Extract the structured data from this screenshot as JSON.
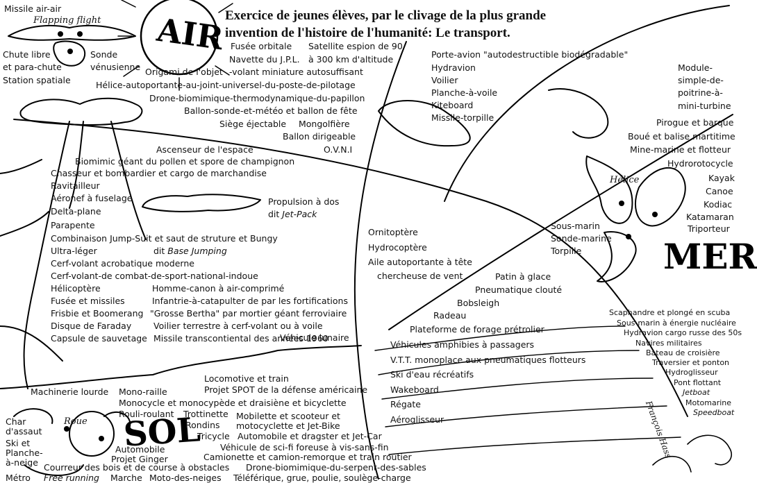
{
  "title": {
    "line1": "Exercice de jeunes élèves, par le clivage de la plus grande",
    "line2": "invention de l'histoire de l'humanité: Le transport."
  },
  "sections": {
    "air": "AIR",
    "mer": "MER",
    "sol": "SOL"
  },
  "hand_labels": {
    "flapping": "Flapping flight",
    "helice": "Hélice",
    "roue": "Roue",
    "signature": "François Hass"
  },
  "air_labels": {
    "missile_air_air": "Missile air-air",
    "chute_libre": "Chute libre",
    "para_chute": "et para-chute",
    "station_spatiale": "Station spatiale",
    "sonde": "Sonde",
    "venusienne": "vénusienne",
    "fusee_orbitale": "Fusée orbitale",
    "navette": "Navette du J.P.L.",
    "satellite": "Satellite espion de 90",
    "altitude": "à 300 km d'altitude",
    "origami": "Origami de l'objet",
    "volant_miniature": "-volant miniature autosuffisant",
    "helice_autoportante": "Hélice-autoportante-au-joint-universel-du-poste-de-pilotage",
    "drone_papillon": "Drone-biomimique-thermodynamique-du-papillon",
    "ballon_sonde": "Ballon-sonde-et-météo et ballon de fête",
    "siege": "Siège éjectable",
    "montgolfiere": "Mongolfière",
    "ballon_dirigeable": "Ballon dirigeable",
    "ovni": "O.V.N.I",
    "ascenseur": "Ascenseur de l'espace",
    "biomimic": "Biomimic géant du pollen et spore de champignon",
    "chasseur": "Chasseur et bombardier et cargo de marchandise",
    "ravitailleur": "Ravitailleur",
    "aeronef": "Aéronef à fuselage",
    "delta": "Delta-plane",
    "parapente": "Parapente",
    "propulsion": "Propulsion à dos",
    "jet_pack_prefix": "dit ",
    "jet_pack": "Jet-Pack",
    "jump_suit": "Combinaison Jump-Suit et saut de struture et Bungy",
    "ultra_leger": "Ultra-léger",
    "base_jumping_prefix": "dit ",
    "base_jumping": "Base Jumping",
    "cerf_volant_acro": "Cerf-volant acrobatique moderne",
    "cerf_volant_combat": "Cerf-volant-de combat-de-sport-national-indoue",
    "helicoptere": "Hélicoptère",
    "homme_canon": "Homme-canon à air-comprimé",
    "fusee_missiles": "Fusée et missiles",
    "infantrie": "Infantrie-à-catapulter de par les fortifications",
    "frisbee": "Frisbie  et Boomerang",
    "grosse_bertha": "\"Grosse Bertha\" par mortier géant ferroviaire",
    "disque_faraday": "Disque de Faraday",
    "voilier_terrestre": "Voilier terrestre à cerf-volant ou à voile",
    "capsule": "Capsule de sauvetage",
    "missile_transcontinental": "Missile transcontiental des années 1960"
  },
  "mer_labels": {
    "porte_avion": "Porte-avion  \"autodestructible  biodégradable\"",
    "hydravion": "Hydravion",
    "voilier": "Voilier",
    "planche": "Planche-à-voile",
    "kiteboard": "Kiteboard",
    "missile_torpille": "Missile-torpille",
    "module1": "Module-",
    "module2": "simple-de-",
    "module3": "poitrine-à-",
    "module4": "mini-turbine",
    "pirogue": "Pirogue et barque",
    "boue": "Boué et balise martitime",
    "mine": "Mine-marine et flotteur",
    "hydrorotocycle": "Hydrorotocycle",
    "kayak": "Kayak",
    "canoe": "Canoe",
    "kodiac": "Kodiac",
    "katamaran": "Katamaran",
    "triporteur": "Triporteur",
    "sous_marin": "Sous-marin",
    "sonde_marine": "Sonde-marine",
    "torpille": "Torpille",
    "scaphandre": "Scaphandre et plongé en scuba",
    "sous_marin_nucleaire": "Sous-marin à énergie nucléaire",
    "hydravion_cargo": "Hydravion cargo russe des 50s",
    "navires": "Navires militaires",
    "bateau_croisiere": "Bateau de croisière",
    "traversier": "Traversier et ponton",
    "hydroglisseur": "Hydroglisseur",
    "pont_flottant": "Pont flottant",
    "jetboat": "Jetboat",
    "motomarine": "Motomarine",
    "speedboat": "Speedboat"
  },
  "center_labels": {
    "ornitoptere": "Ornitoptère",
    "hydrocoptere": "Hydrocoptère",
    "aile1": "Aile autoportante à tête",
    "aile2": "chercheuse de vent",
    "patin": "Patin à glace",
    "pneumatique": "Pneumatique clouté",
    "bobsleigh": "Bobsleigh",
    "radeau": "Radeau",
    "plateforme": "Plateforme de forage prétrolier",
    "vehicules_amphibies": "Véhicules amphibies  à passagers",
    "vtt": "V.T.T. monoplace aux pneumatiques flotteurs",
    "ski_eau": "Ski d'eau récréatifs",
    "wakeboard": "Wakeboard",
    "regate": "Régate",
    "aeroglisseur": "Aéroglisseur"
  },
  "sol_labels": {
    "vehicule_lunaire": "Véhicule lunaire",
    "locomotive": "Locomotive et train",
    "projet_spot": "Projet SPOT de la défense américaine",
    "machinerie": "Machinerie lourde",
    "mono_raille": "Mono-raille",
    "monocycle": "Monocycle et monocypède et draisiène et bicyclette",
    "rouli": "Rouli-roulant",
    "trottinette": "Trottinette",
    "rondins": "Rondins",
    "tricycle": "Tricycle",
    "mobilette": "Mobilette et scooteur et",
    "motocyclette": "motocyclette et Jet-Bike",
    "automobile_dragster": "Automobile et dragster et Jet-Car",
    "char1": "Char",
    "char2": "d'assaut",
    "ski1": "Ski et",
    "ski2": "Planche-",
    "ski3": "à-neige",
    "vehicule_scifi": "Véhicule de sci-fi foreuse à vis-sans-fin",
    "automobile": "Automobile",
    "projet_ginger": "Projet Ginger",
    "camionette": "Camionette et camion-remorque et train routier",
    "courreur": "Courreur des bois et de course à obstacles",
    "drone_serpent": "Drone-biomimique-du-serpent-des-sables",
    "metro": "Métro",
    "free_running": "Free running",
    "marche": "Marche",
    "moto_neiges": "Moto-des-neiges",
    "teleferique": "Téléférique, grue, poulie, soulège-charge"
  }
}
